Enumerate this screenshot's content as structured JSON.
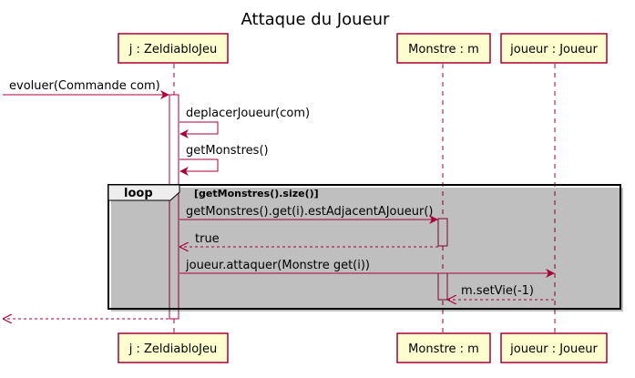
{
  "diagram": {
    "title": "Attaque du Joueur",
    "participants": [
      {
        "id": "jeu",
        "label": "j : ZeldiabloJeu"
      },
      {
        "id": "monstre",
        "label": "Monstre : m"
      },
      {
        "id": "joueur",
        "label": "joueur : Joueur"
      }
    ],
    "messages": [
      {
        "label": "evoluer(Commande com)"
      },
      {
        "label": "deplacerJoueur(com)"
      },
      {
        "label": "getMonstres()"
      },
      {
        "label": "getMonstres().get(i).estAdjacentAJoueur()"
      },
      {
        "label": "true"
      },
      {
        "label": "joueur.attaquer(Monstre get(i))"
      },
      {
        "label": "m.setVie(-1)"
      }
    ],
    "loop": {
      "keyword": "loop",
      "condition": "[getMonstres().size()]"
    },
    "colors": {
      "participant_fill": "#FEFECE",
      "participant_border": "#A80036",
      "arrow": "#A80036",
      "lifeline": "#A80036",
      "activation_fill": "#FFFFFF"
    }
  }
}
